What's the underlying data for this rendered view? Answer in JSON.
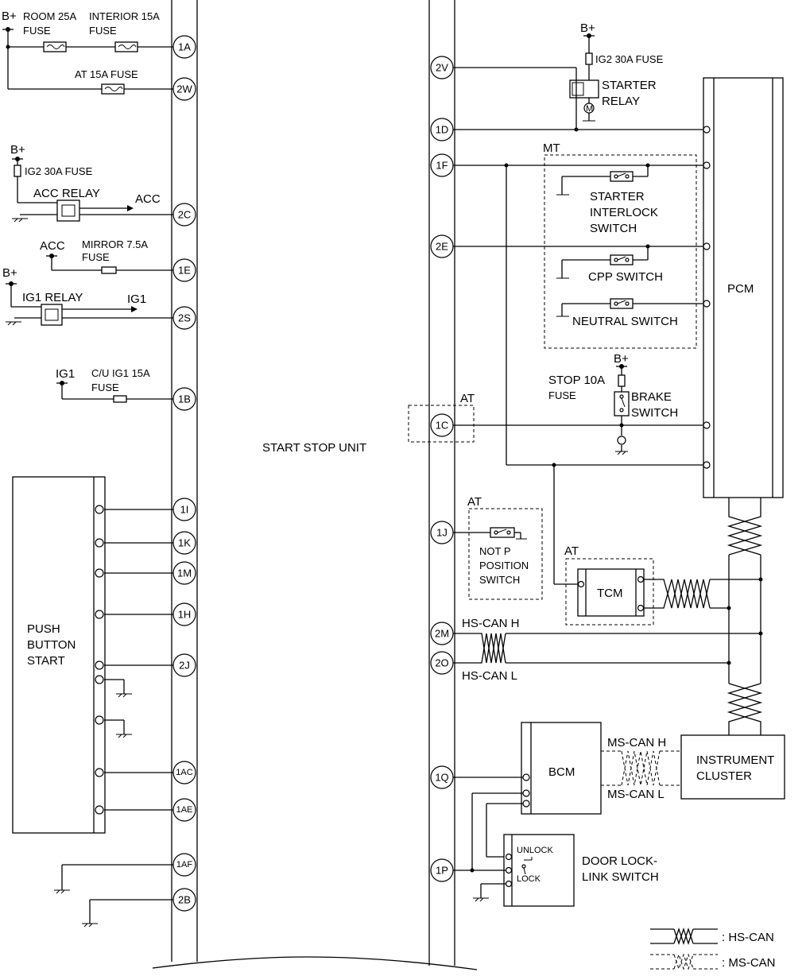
{
  "units": {
    "start_stop_unit": "START STOP UNIT",
    "pcm": "PCM",
    "push_button_start": [
      "PUSH",
      "BUTTON",
      "START"
    ],
    "tcm": "TCM",
    "bcm": "BCM",
    "instrument_cluster": [
      "INSTRUMENT",
      "CLUSTER"
    ],
    "door_lock_link_switch": [
      "DOOR LOCK-",
      "LINK SWITCH"
    ]
  },
  "left_pins": [
    "1A",
    "2W",
    "2C",
    "1E",
    "2S",
    "1B",
    "1I",
    "1K",
    "1M",
    "1H",
    "2J",
    "1AC",
    "1AE",
    "1AF",
    "2B"
  ],
  "right_pins": [
    "2V",
    "1D",
    "1F",
    "2E",
    "1C",
    "1J",
    "2M",
    "2O",
    "1Q",
    "1P"
  ],
  "supply": {
    "b_plus": "B+",
    "acc": "ACC",
    "ig1": "IG1",
    "room_fuse": [
      "ROOM 25A",
      "FUSE"
    ],
    "interior_fuse": [
      "INTERIOR 15A",
      "FUSE"
    ],
    "at_fuse": "AT 15A FUSE",
    "ig2_fuse": "IG2 30A FUSE",
    "acc_relay": "ACC RELAY",
    "mirror_fuse": [
      "MIRROR 7.5A",
      "FUSE"
    ],
    "ig1_relay": "IG1 RELAY",
    "cu_ig1_fuse": [
      "C/U IG1 15A",
      "FUSE"
    ],
    "starter_relay": [
      "STARTER",
      "RELAY"
    ],
    "motor": "M",
    "stop_fuse": [
      "STOP 10A",
      "FUSE"
    ],
    "brake_switch": [
      "BRAKE",
      "SWITCH"
    ]
  },
  "switches": {
    "mt": "MT",
    "at": "AT",
    "starter_interlock": [
      "STARTER",
      "INTERLOCK",
      "SWITCH"
    ],
    "cpp": "CPP SWITCH",
    "neutral": "NEUTRAL SWITCH",
    "not_p": [
      "NOT P",
      "POSITION",
      "SWITCH"
    ],
    "unlock": "UNLOCK",
    "lock": "LOCK"
  },
  "bus": {
    "hs_can_h": "HS-CAN H",
    "hs_can_l": "HS-CAN L",
    "ms_can_h": "MS-CAN H",
    "ms_can_l": "MS-CAN L"
  },
  "legend": {
    "hs_can": ": HS-CAN",
    "ms_can": ": MS-CAN"
  }
}
